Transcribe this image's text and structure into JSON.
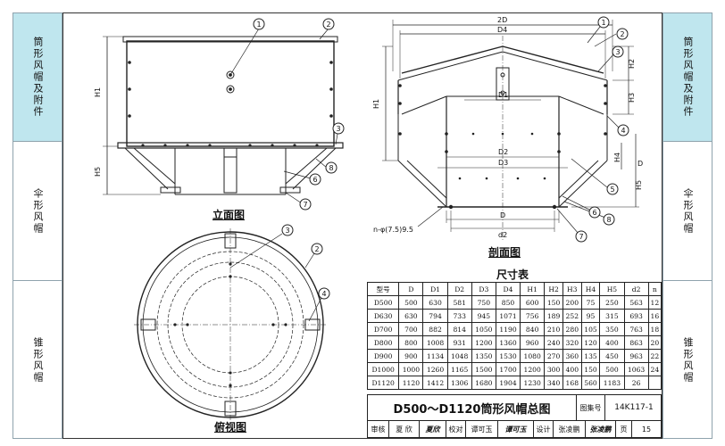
{
  "left_tabs": [
    {
      "label": "筒形风帽及附件",
      "active": true
    },
    {
      "label": "伞形风帽",
      "active": false
    },
    {
      "label": "锥形风帽",
      "active": false
    }
  ],
  "right_tabs": [
    {
      "label": "筒形风帽及附件",
      "active": true
    },
    {
      "label": "伞形风帽",
      "active": false
    },
    {
      "label": "锥形风帽",
      "active": false
    }
  ],
  "views": {
    "elevation": "立面图",
    "section": "剖面图",
    "top": "俯视图"
  },
  "elevation_dims": {
    "h1": "H1",
    "h5": "H5"
  },
  "section_dims": {
    "d2_top": "2D",
    "d4": "D4",
    "d1": "D1",
    "d2": "D2",
    "d3": "D3",
    "d": "D",
    "d2_small": "d2",
    "h1": "H1",
    "h2": "H2",
    "h3": "H3",
    "h4": "H4",
    "h5": "H5",
    "dd": "D",
    "hole": "n-φ(7.5)9.5"
  },
  "callouts": {
    "elevation": [
      "1",
      "2",
      "3",
      "8",
      "6",
      "7"
    ],
    "section": [
      "1",
      "2",
      "3",
      "4",
      "5",
      "6",
      "8",
      "7"
    ],
    "top": [
      "3",
      "2",
      "4"
    ]
  },
  "table": {
    "title": "尺寸表",
    "headers": [
      "型号",
      "D",
      "D1",
      "D2",
      "D3",
      "D4",
      "H1",
      "H2",
      "H3",
      "H4",
      "H5",
      "d2",
      "n"
    ],
    "rows": [
      [
        "D500",
        "500",
        "630",
        "581",
        "750",
        "850",
        "600",
        "150",
        "200",
        "75",
        "250",
        "563",
        "12"
      ],
      [
        "D630",
        "630",
        "794",
        "733",
        "945",
        "1071",
        "756",
        "189",
        "252",
        "95",
        "315",
        "693",
        "16"
      ],
      [
        "D700",
        "700",
        "882",
        "814",
        "1050",
        "1190",
        "840",
        "210",
        "280",
        "105",
        "350",
        "763",
        "18"
      ],
      [
        "D800",
        "800",
        "1008",
        "931",
        "1200",
        "1360",
        "960",
        "240",
        "320",
        "120",
        "400",
        "863",
        "20"
      ],
      [
        "D900",
        "900",
        "1134",
        "1048",
        "1350",
        "1530",
        "1080",
        "270",
        "360",
        "135",
        "450",
        "963",
        "22"
      ],
      [
        "D1000",
        "1000",
        "1260",
        "1165",
        "1500",
        "1700",
        "1200",
        "300",
        "400",
        "150",
        "500",
        "1063",
        "24"
      ],
      [
        "D1120",
        "1120",
        "1412",
        "1306",
        "1680",
        "1904",
        "1230",
        "340",
        "168",
        "560",
        "1183",
        "26",
        ""
      ]
    ]
  },
  "title_block": {
    "title": "D500～D1120筒形风帽总图",
    "atlas_label": "图集号",
    "atlas_no": "14K117-1",
    "review": "审核",
    "reviewer": "夏 欣",
    "reviewer_sig": "夏欣",
    "check": "校对",
    "checker": "谭可玉",
    "checker_sig": "谭可玉",
    "design": "设计",
    "designer": "张凌鹏",
    "designer_sig": "张凌鹏",
    "page_label": "页",
    "page_no": "15"
  }
}
